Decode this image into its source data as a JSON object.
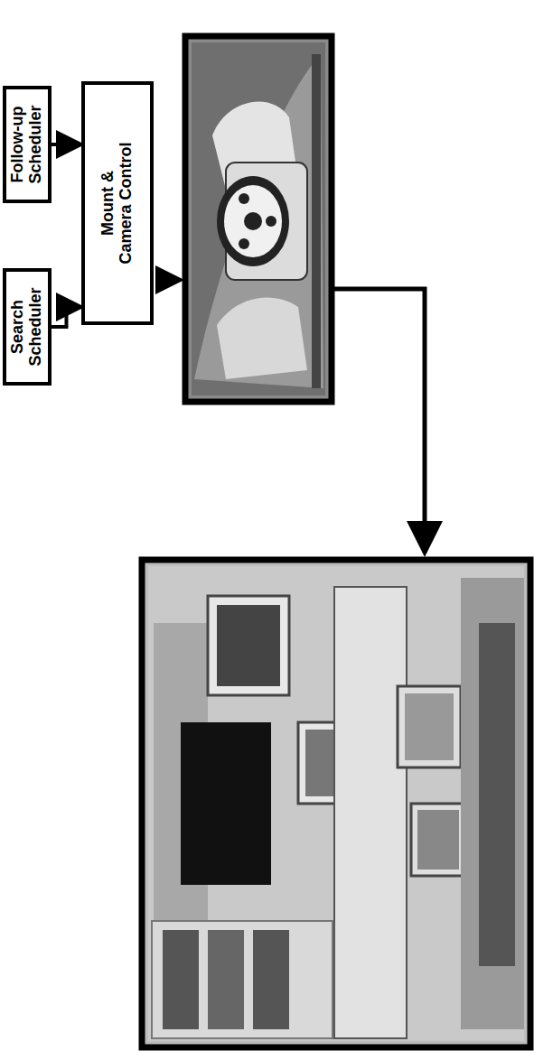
{
  "diagram": {
    "nodes": [
      {
        "text": [
          "Search Scheduler"
        ]
      },
      {
        "text": [
          "Follow-up Scheduler"
        ]
      },
      {
        "text": [
          "Mount & Camera Control"
        ]
      }
    ],
    "edges": [
      {
        "from": 0,
        "to": 2,
        "arrow": "to"
      },
      {
        "from": 1,
        "to": 2,
        "arrow": "to"
      }
    ]
  }
}
